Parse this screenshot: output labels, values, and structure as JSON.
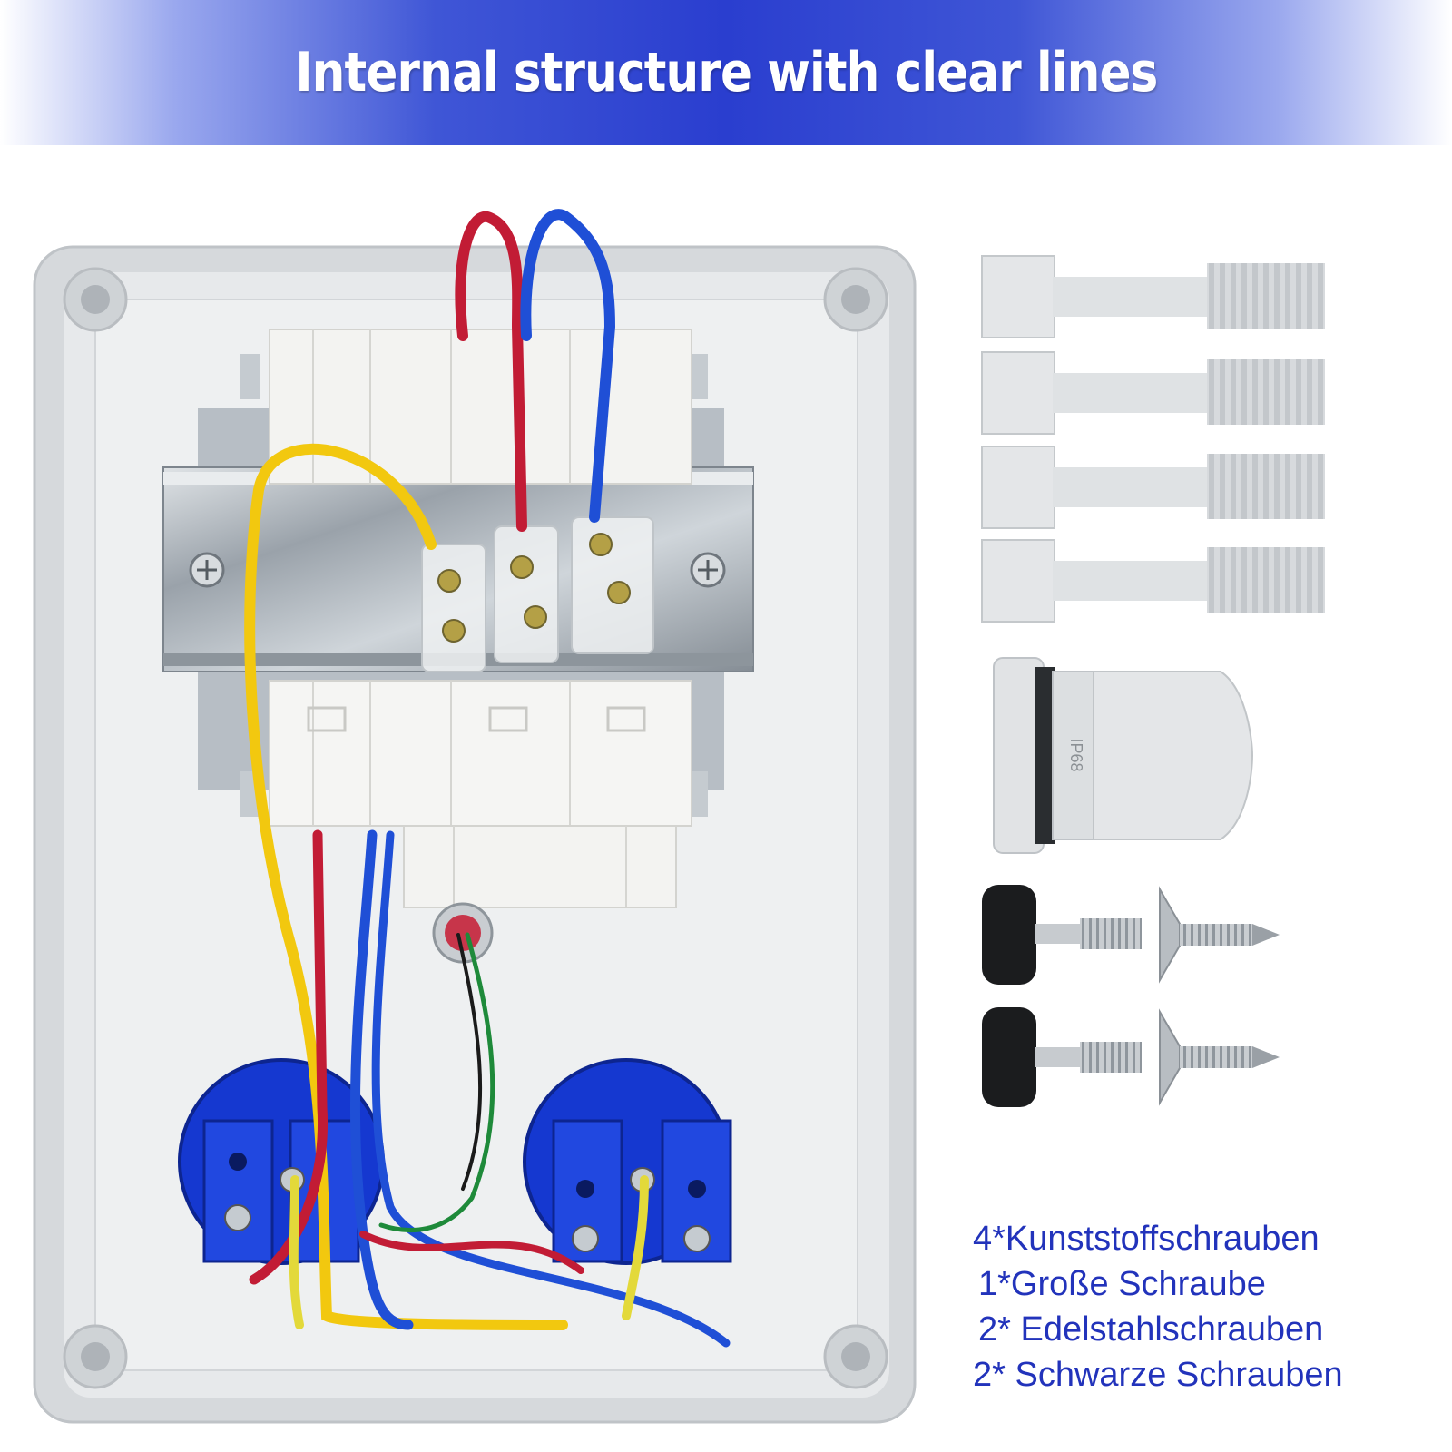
{
  "banner": {
    "title": "Internal structure with clear lines"
  },
  "parts": [
    "4*Kunststoffschrauben",
    "1*Große Schraube",
    "2* Edelstahlschrauben",
    "2* Schwarze Schrauben"
  ],
  "cable_gland": {
    "marking": "IP68"
  },
  "colors": {
    "banner_blue": "#2a3ecf",
    "parts_text": "#2233bb",
    "wire_yellow": "#f2c80f",
    "wire_red": "#c21c35",
    "wire_blue": "#1f4fd6",
    "wire_green": "#1e8a3a",
    "socket_blue": "#1538d0",
    "enclosure_grey": "#e6e8ea"
  },
  "icons": [
    "plastic-screw-icon",
    "cable-gland-icon",
    "black-knob-screw-icon",
    "countersunk-screw-icon"
  ]
}
